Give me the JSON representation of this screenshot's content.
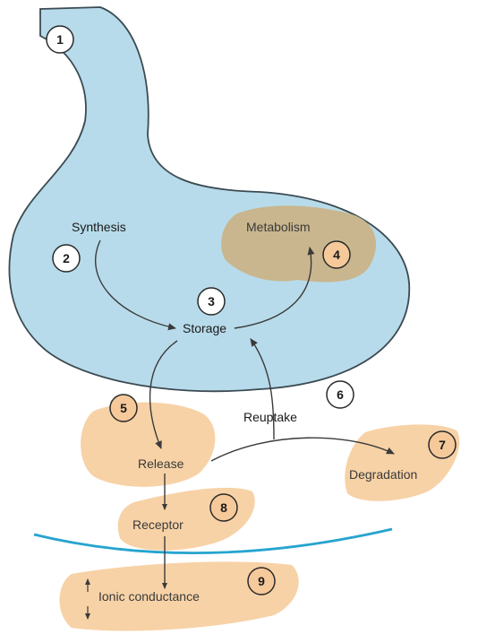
{
  "diagram": {
    "steps": [
      {
        "number": "1"
      },
      {
        "number": "2",
        "label": "Synthesis"
      },
      {
        "number": "3",
        "label": "Storage"
      },
      {
        "number": "4",
        "label": "Metabolism"
      },
      {
        "number": "5",
        "label": "Release"
      },
      {
        "number": "6",
        "label": "Reuptake"
      },
      {
        "number": "7",
        "label": "Degradation"
      },
      {
        "number": "8",
        "label": "Receptor"
      },
      {
        "number": "9",
        "label": "Ionic conductance"
      }
    ],
    "colors": {
      "terminal_fill": "#b7dbea",
      "terminal_stroke": "#3b4a52",
      "metabolism_fill": "#c9b68e",
      "tan_region": "#f7d2a6",
      "tan_circle": "#f6c99a",
      "membrane": "#26a4cf",
      "arrow": "#3a3a3a"
    }
  }
}
